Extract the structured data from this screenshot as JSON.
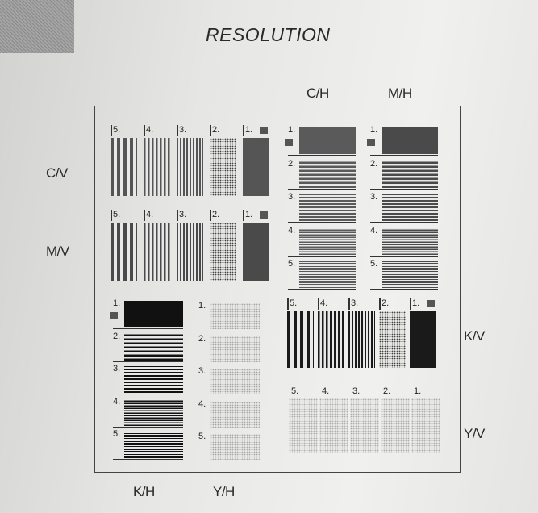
{
  "title": "RESOLUTION",
  "labels": {
    "ch": "C/H",
    "mh": "M/H",
    "cv": "C/V",
    "mv": "M/V",
    "kv": "K/V",
    "yv": "Y/V",
    "kh": "K/H",
    "yh": "Y/H"
  },
  "levels": [
    "1.",
    "2.",
    "3.",
    "4.",
    "5."
  ],
  "colors": {
    "cyan_gray": "#6a6a6a",
    "magenta_gray": "#5c5c5c",
    "black": "#1a1a1a",
    "yellow_gray": "#b8b8b8"
  }
}
